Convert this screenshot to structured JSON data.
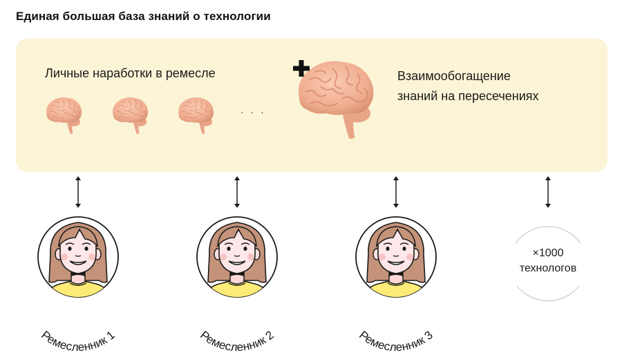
{
  "title": "Единая большая база знаний о технологии",
  "panel": {
    "background": "#FBF4D6",
    "personal_label": "Личные наработки в ремесле",
    "ellipsis": "· · ·",
    "cross_label_line1": "Взаимообогащение",
    "cross_label_line2": "знаний на пересечениях",
    "small_brains_count": 3,
    "plus_icon": "plus-icon",
    "brain_icon": "brain-icon"
  },
  "people": [
    {
      "label": "Ремесленник 1",
      "avatar": "girl-avatar-icon"
    },
    {
      "label": "Ремесленник 2",
      "avatar": "girl-avatar-icon"
    },
    {
      "label": "Ремесленник 3",
      "avatar": "girl-avatar-icon"
    }
  ],
  "more": {
    "line1": "×1000",
    "line2": "технологов"
  },
  "colors": {
    "panel": "#FBF4D6",
    "hair": "#C4937A",
    "skin": "#FDE7E9",
    "shirt": "#FDEB78",
    "cheek": "#F7C3C3",
    "brain": "#F2B49A",
    "ring_grey": "#D6D6D6"
  }
}
